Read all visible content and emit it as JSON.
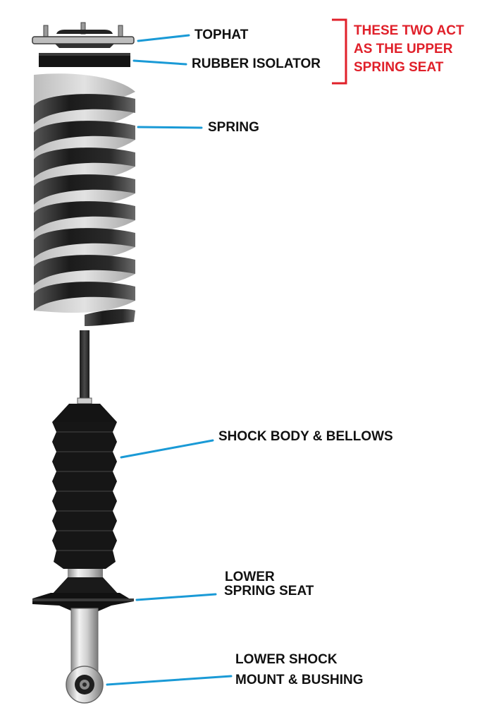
{
  "labels": {
    "tophat": "TOPHAT",
    "rubber_isolator": "RUBBER ISOLATOR",
    "spring": "SPRING",
    "shock_body_bellows": "SHOCK BODY & BELLOWS",
    "lower_spring_seat_line1": "LOWER",
    "lower_spring_seat_line2": "SPRING SEAT",
    "lower_mount_line1": "LOWER SHOCK",
    "lower_mount_line2": "MOUNT & BUSHING"
  },
  "note": {
    "line1": "THESE TWO ACT",
    "line2": "AS THE UPPER",
    "line3": "SPRING SEAT"
  },
  "colors": {
    "leader_line": "#1a9ad6",
    "bracket_and_note": "#e0202a",
    "label_text": "#111111",
    "part_dark": "#1a1a1a",
    "spring_light": "#d8d8d8"
  }
}
